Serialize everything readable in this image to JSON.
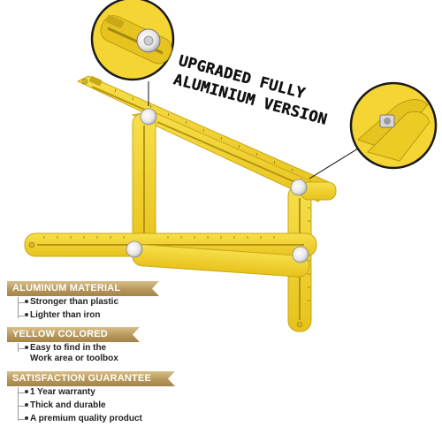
{
  "headline": {
    "line1": "UPGRADED FULLY",
    "line2": "ALUMINIUM VERSION"
  },
  "features": [
    {
      "title": "ALUMINUM MATERIAL",
      "items": [
        "Stronger than plastic",
        "Lighter than iron"
      ]
    },
    {
      "title": "YELLOW COLORED",
      "items": [
        "Easy to find in the",
        "Work area or toolbox"
      ]
    },
    {
      "title": "SATISFACTION GUARANTEE",
      "items": [
        "1 Year warranty",
        "Thick and durable",
        "A premium quality product"
      ]
    }
  ],
  "colors": {
    "ruler_yellow": "#f2d22e",
    "ruler_edge": "#c9a817",
    "banner_gold": "#b7985a",
    "zoom_ring": "#f4d533"
  },
  "icons": [
    "angle-ruler-tool",
    "zoom-circle-pivot",
    "zoom-circle-hinge",
    "brand-logo"
  ]
}
